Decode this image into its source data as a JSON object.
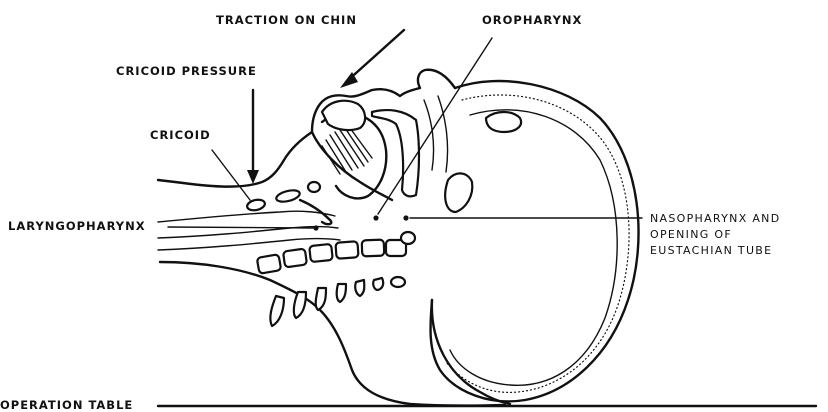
{
  "labels": {
    "traction_on_chin": "TRACTION ON CHIN",
    "oropharynx": "OROPHARYNX",
    "cricoid_pressure": "CRICOID PRESSURE",
    "cricoid": "CRICOID",
    "laryngopharynx": "LARYNGOPHARYNX",
    "nasopharynx_line1": "NASOPHARYNX AND",
    "nasopharynx_line2": "OPENING OF",
    "nasopharynx_line3": "EUSTACHIAN TUBE",
    "operation_table": "OPERATION TABLE"
  }
}
